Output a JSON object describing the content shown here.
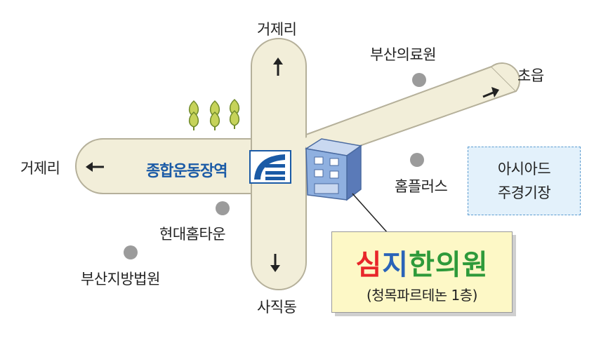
{
  "labels": {
    "north": "거제리",
    "west": "거제리",
    "south": "사직동",
    "northeast": "초읍",
    "hospital": "부산의료원",
    "homeplus": "홈플러스",
    "hyundai": "현대홈타운",
    "court": "부산지방법원",
    "station": "종합운동장역"
  },
  "stadium": {
    "line1": "아시아드",
    "line2": "주경기장"
  },
  "clinic": {
    "name_chars": [
      {
        "char": "심",
        "color": "#e8262a"
      },
      {
        "char": "지",
        "color": "#2a63b8"
      },
      {
        "char": "한",
        "color": "#2e9a3a"
      },
      {
        "char": "의",
        "color": "#2e9a3a"
      },
      {
        "char": "원",
        "color": "#2e9a3a"
      }
    ],
    "subtitle": "(청목파르테논 1층)"
  },
  "colors": {
    "road_fill": "#f2eed9",
    "road_stroke": "#b5b09a",
    "landmark_dot": "#9b9b9b",
    "station_blue": "#1a5aa6",
    "building_blue": "#7f9fd0"
  }
}
